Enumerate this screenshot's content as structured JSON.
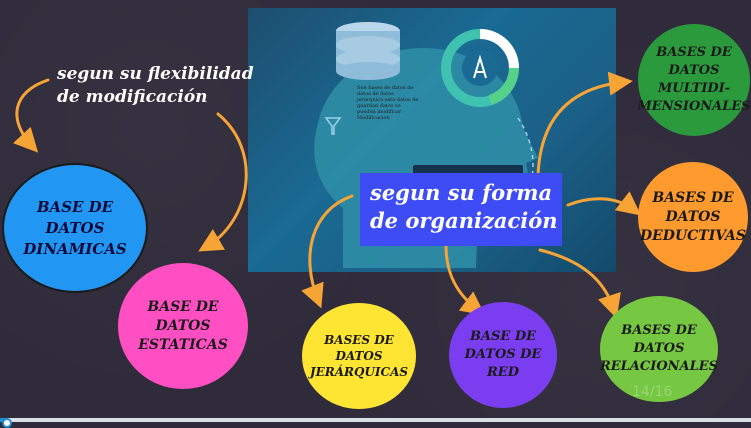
{
  "nodes": {
    "flexibilidad": "segun su flexibilidad de modificación",
    "organizacion": "segun su forma de organización",
    "dinamicas": "BASE DE DATOS DINAMICAS",
    "estaticas": "BASE DE DATOS ESTATICAS",
    "jerarquicas": "BASES DE DATOS JERÁRQUICAS",
    "red": "BASE DE DATOS DE RED",
    "relacionales": "BASES DE DATOS RELACIONALES",
    "deductivas": "BASES DE DATOS DEDUCTIVAS",
    "multidimensionales": "BASES DE DATOS MULTIDI-MENSIONALES"
  },
  "overlay_text": "Son bases de datos de datos de datos jerarquica esta datos de guardan datos se pueden modificar Modificacion",
  "page_indicator": "14/16",
  "progress": 0.01,
  "colors": {
    "background": "#2f2b3a",
    "dinamicas": "#2196f3",
    "estaticas": "#ff4fc3",
    "jerarquicas": "#ffe533",
    "red": "#7a3df0",
    "relacionales": "#76c843",
    "deductivas": "#ff9a2e",
    "multidimensionales": "#2b9a3c",
    "arrows": "#f7a437",
    "center_box": "#3d4cf5"
  }
}
